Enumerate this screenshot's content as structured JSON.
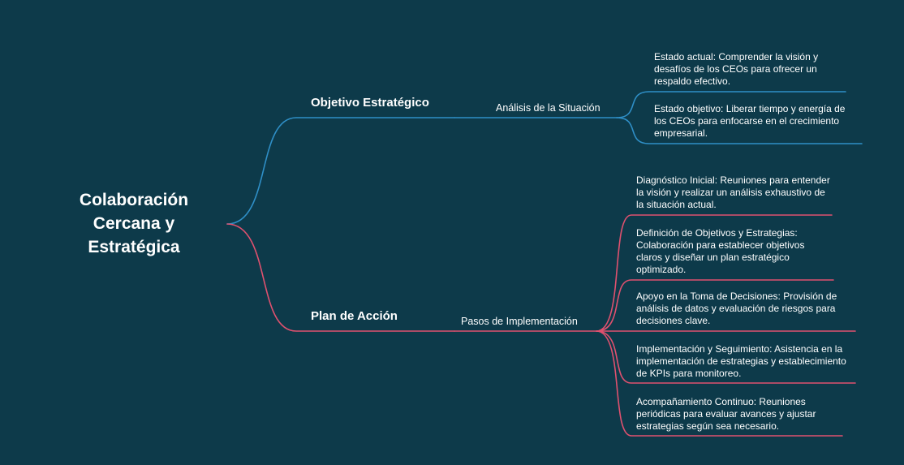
{
  "colors": {
    "background": "#0d3a4a",
    "objective_branch": "#2f8fc7",
    "action_branch": "#e0516f",
    "text": "#ffffff"
  },
  "root": {
    "title": "Colaboración Cercana y Estratégica"
  },
  "branches": {
    "objective": {
      "label": "Objetivo Estratégico",
      "sub_label": "Análisis de la Situación",
      "leaves": [
        "Estado actual: Comprender la visión y desafíos de los CEOs para ofrecer un respaldo efectivo.",
        "Estado objetivo: Liberar tiempo y energía de los CEOs para enfocarse en el crecimiento empresarial."
      ]
    },
    "action": {
      "label": "Plan de Acción",
      "sub_label": "Pasos de Implementación",
      "leaves": [
        "Diagnóstico Inicial: Reuniones para entender la visión y realizar un análisis exhaustivo de la situación actual.",
        "Definición de Objetivos y Estrategias: Colaboración para establecer objetivos claros y diseñar un plan estratégico optimizado.",
        "Apoyo en la Toma de Decisiones: Provisión de análisis de datos y evaluación de riesgos para decisiones clave.",
        "Implementación y Seguimiento: Asistencia en la implementación de estrategias y establecimiento de KPIs para monitoreo.",
        "Acompañamiento Continuo: Reuniones periódicas para evaluar avances y ajustar estrategias según sea necesario."
      ]
    }
  }
}
